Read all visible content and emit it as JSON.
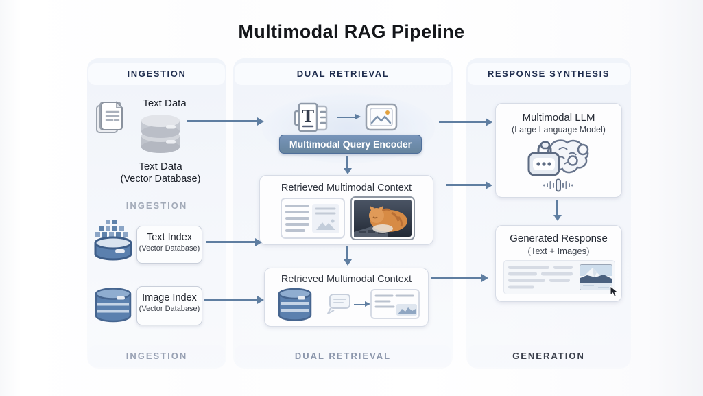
{
  "title": "Multimodal RAG Pipeline",
  "headers": {
    "ingestion": "INGESTION",
    "retrieval": "DUAL RETRIEVAL",
    "synthesis": "RESPONSE SYNTHESIS"
  },
  "footers": {
    "ingestion": "INGESTION",
    "retrieval": "DUAL RETRIEVAL",
    "synthesis": "GENERATION"
  },
  "ingestion": {
    "text_data_label": "Text Data",
    "text_data_caption": "Text Data",
    "text_data_caption_sub": "(Vector Database)",
    "section_label": "INGESTION",
    "text_index": {
      "title": "Text Index",
      "subtitle": "(Vector Database)"
    },
    "image_index": {
      "title": "Image Index",
      "subtitle": "(Vector Database)"
    }
  },
  "retrieval": {
    "encoder_label": "Multimodal Query Encoder",
    "context_top_title": "Retrieved Multimodal Context",
    "context_bottom_title": "Retrieved Multimodal Context"
  },
  "synthesis": {
    "llm_title": "Multimodal LLM",
    "llm_subtitle": "(Large Language Model)",
    "response_title": "Generated Response",
    "response_subtitle": "(Text + Images)"
  },
  "icons": {
    "text_document_glyph": "T"
  },
  "colors": {
    "arrow": "#5f7ea1",
    "encoder_bg": "#6e8cb2",
    "encoder_border": "#4f6f9a",
    "database_blue": "#5b80ae",
    "database_gray": "#c3c7cf",
    "header_text": "#1e2c4d",
    "muted_label": "#98a1b3",
    "title_text": "#14161a"
  }
}
